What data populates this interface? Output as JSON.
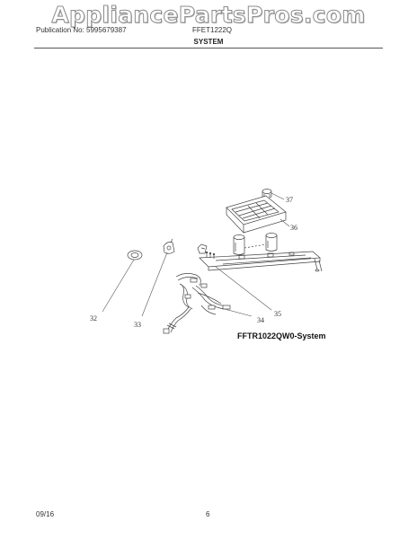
{
  "watermark": "AppliancePartsPros.com",
  "header": {
    "publication": "Publication No: 5995679387",
    "model": "FFET1222Q",
    "section_title": "SYSTEM"
  },
  "diagram": {
    "caption": "FFTR1022QW0-System",
    "callouts": [
      "32",
      "33",
      "34",
      "35",
      "36",
      "37"
    ],
    "parts": [
      "grommet",
      "wire-clip",
      "wire-harness",
      "mounting-bracket",
      "drain-tray",
      "cap"
    ]
  },
  "footer": {
    "date": "09/16",
    "page_number": "6"
  }
}
